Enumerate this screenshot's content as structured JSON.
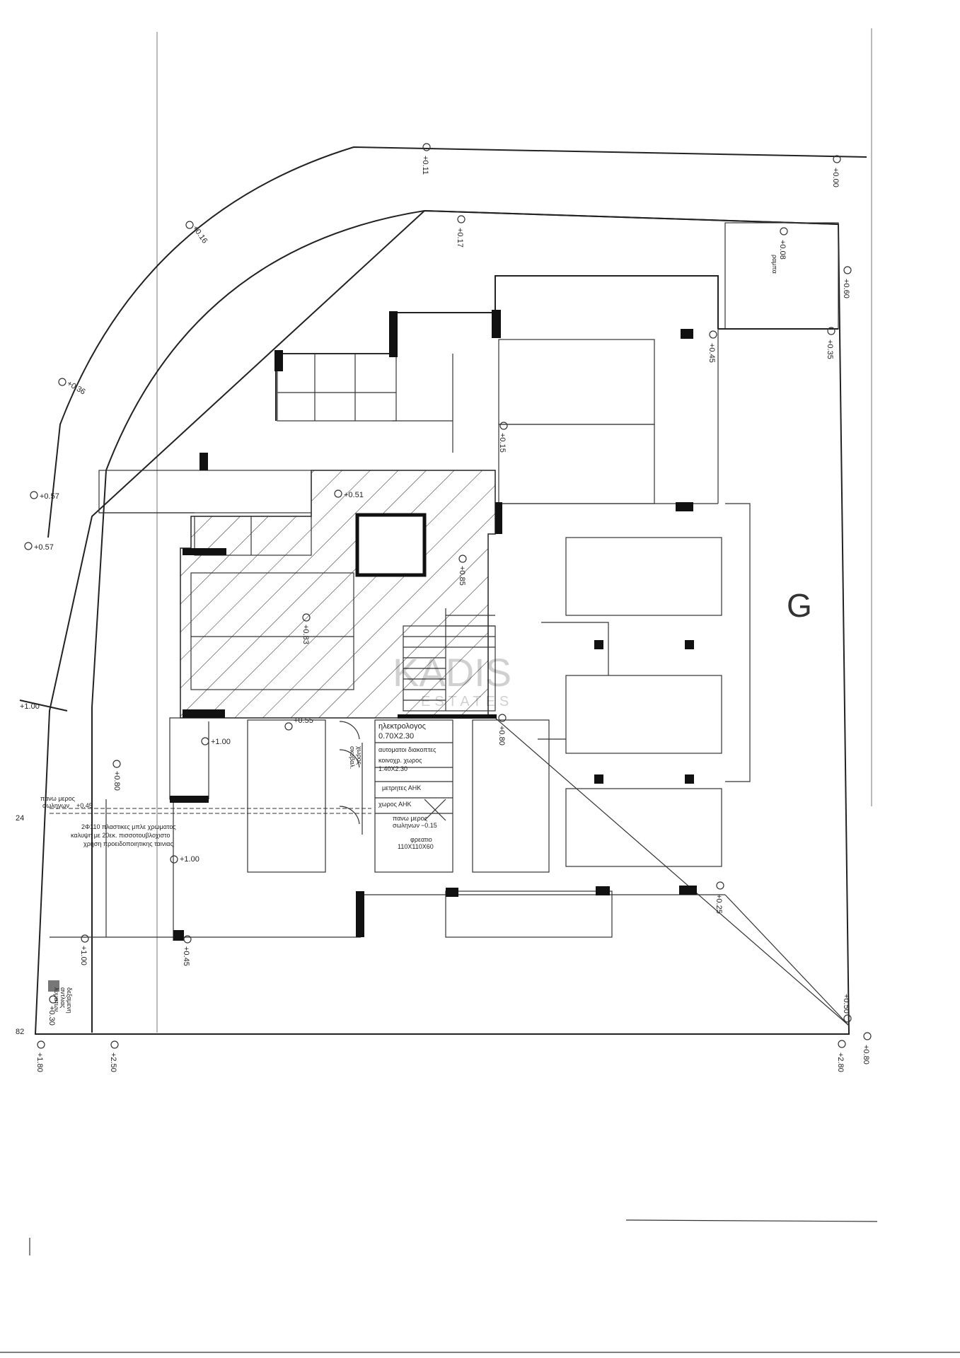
{
  "levels": {
    "l_0_11": "+0.11",
    "l_0_00": "+0.00",
    "l_0_16": "+0.16",
    "l_0_17": "+0.17",
    "l_0_08": "+0.08",
    "l_0_60_top": "+0.60",
    "l_0_35": "+0.35",
    "l_0_45_col": "+0.45",
    "l_0_15": "+0.15",
    "l_0_36": "+0.36",
    "l_0_57a": "+0.57",
    "l_0_57b": "+0.57",
    "l_0_51": "+0.51",
    "l_0_85": "+0.85",
    "l_0_83": "+0.83",
    "l_1_00_left": "+1.00",
    "l_0_55": "+0.55",
    "l_0_80_core": "+0.80",
    "l_1_00_a": "+1.00",
    "l_0_80_left": "+0.80",
    "l_1_00_b": "+1.00",
    "l_0_45_bottom": "+0.45",
    "l_1_00_c": "+1.00",
    "l_0_30": "+0.30",
    "l_0_25": "+0.25",
    "l_0_50": "+0.50",
    "l_1_80": "+1.80",
    "l_2_50": "+2.50",
    "l_2_80": "+2.80",
    "l_0_80_right": "+0.80"
  },
  "labels": {
    "rampa": "ραμπα",
    "garage_letter": "G",
    "electric_panel": "ηλεκτρολογος",
    "electric_size": "0.70X2.30",
    "breakers": "αυτοματοι διακοπτες",
    "common_space": "κοινοχρ. χωρος",
    "common_size": "1.40X2.30",
    "meters": "μετρητες ΑΗΚ",
    "ahk_space": "χωρος ΑΗΚ",
    "bin_space": "χωρος",
    "bin_space2": "σκυβαλ.",
    "pit_label": "φρεατιο",
    "pit_size": "110X110X60",
    "pit_level": "−0.15",
    "pit_top": "πανω μερος",
    "pit_top2": "σωληνων",
    "pipes_top": "πανω μερος",
    "pipes_top2": "σωληνων",
    "pipes_top_level": "+0.45",
    "pipes_note1": "2Φ110  πλαστικες μπλε χρωματος",
    "pipes_note2": "καλυψη με 20εκ. πισσοτουβλοχιστο",
    "pipes_note3": "χρηση προειδοποιητικης ταινιας",
    "pump_note1": "δεξαμενη",
    "pump_note2": "αντλιας",
    "pump_note3": "λυματων",
    "left_side_num": "24",
    "left_bottom_num": "82",
    "watermark_main": "KADIS",
    "watermark_sub": "ESTATES"
  }
}
